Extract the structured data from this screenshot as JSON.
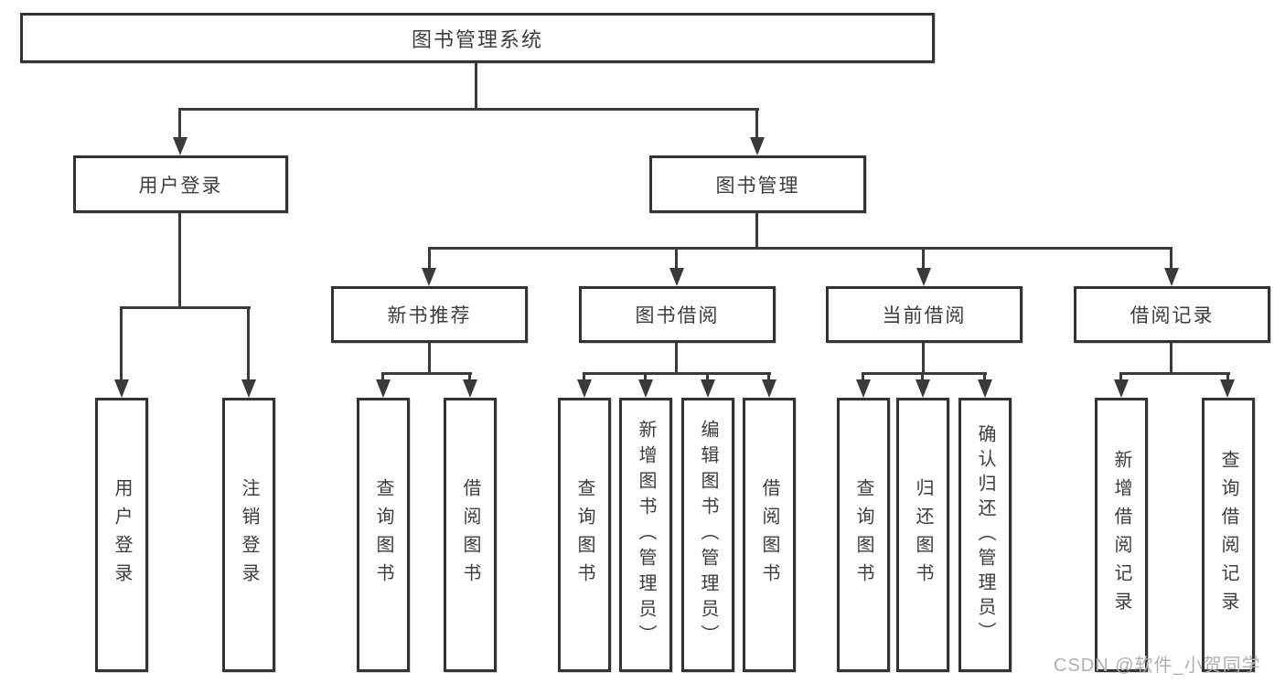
{
  "title": "图书管理系统",
  "watermark": {
    "text": "CSDN @软件_小贺同学"
  },
  "colors": {
    "line": "#3a3a3a",
    "box_border": "#333333",
    "text": "#3d3d3d",
    "watermark": "#b0b0b0",
    "background": "#ffffff"
  },
  "nodes": {
    "root": {
      "label": "图书管理系统"
    },
    "user_login": {
      "label": "用户登录"
    },
    "book_mgmt": {
      "label": "图书管理"
    },
    "new_book_rec": {
      "label": "新书推荐"
    },
    "book_borrow": {
      "label": "图书借阅"
    },
    "current_borrow": {
      "label": "当前借阅"
    },
    "borrow_records": {
      "label": "借阅记录"
    },
    "login": {
      "label": "用户登录"
    },
    "logout": {
      "label": "注销登录"
    },
    "nbr_query_book": {
      "label": "查询图书"
    },
    "nbr_borrow_book": {
      "label": "借阅图书"
    },
    "bb_query_book": {
      "label": "查询图书"
    },
    "bb_add_book": {
      "label": "新增图书（管理员）"
    },
    "bb_edit_book": {
      "label": "编辑图书（管理员）"
    },
    "bb_borrow_book": {
      "label": "借阅图书"
    },
    "cb_query_book": {
      "label": "查询图书"
    },
    "cb_return_book": {
      "label": "归还图书"
    },
    "cb_confirm_return": {
      "label": "确认归还（管理员）"
    },
    "br_add_record": {
      "label": "新增借阅记录"
    },
    "br_query_record": {
      "label": "查询借阅记录"
    }
  },
  "hierarchy": {
    "图书管理系统": {
      "用户登录": [
        "用户登录",
        "注销登录"
      ],
      "图书管理": {
        "新书推荐": [
          "查询图书",
          "借阅图书"
        ],
        "图书借阅": [
          "查询图书",
          "新增图书（管理员）",
          "编辑图书（管理员）",
          "借阅图书"
        ],
        "当前借阅": [
          "查询图书",
          "归还图书",
          "确认归还（管理员）"
        ],
        "借阅记录": [
          "新增借阅记录",
          "查询借阅记录"
        ]
      }
    }
  }
}
